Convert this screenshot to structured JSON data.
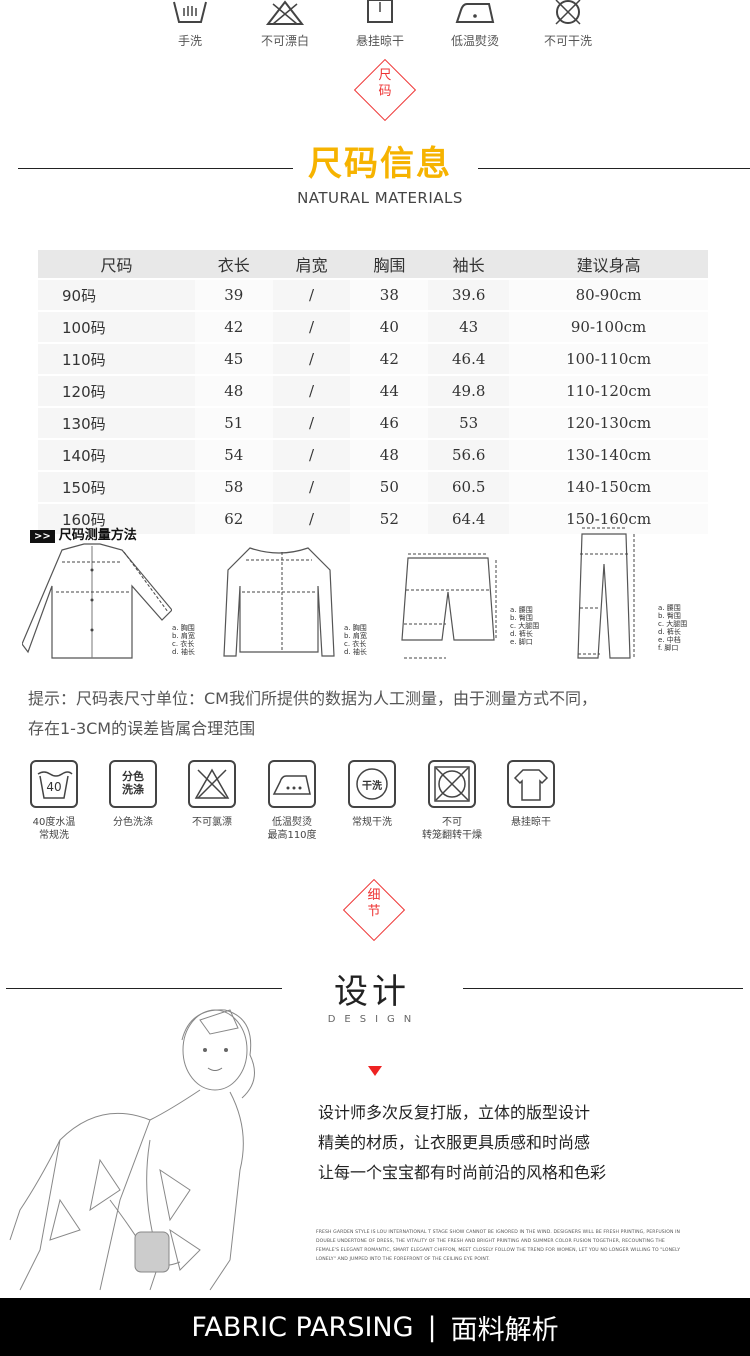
{
  "care_top": [
    {
      "icon": "hand-wash-icon",
      "label": "手洗"
    },
    {
      "icon": "no-bleach-icon",
      "label": "不可漂白"
    },
    {
      "icon": "hang-dry-icon",
      "label": "悬挂晾干"
    },
    {
      "icon": "low-iron-icon",
      "label": "低温熨烫"
    },
    {
      "icon": "no-dry-clean-icon",
      "label": "不可干洗"
    }
  ],
  "size_section": {
    "badge": "尺码",
    "title": "尺码信息",
    "subtitle": "NATURAL MATERIALS"
  },
  "size_table": {
    "headers": [
      "尺码",
      "衣长",
      "肩宽",
      "胸围",
      "袖长",
      "建议身高"
    ],
    "rows": [
      [
        "90码",
        "39",
        "/",
        "38",
        "39.6",
        "80-90cm"
      ],
      [
        "100码",
        "42",
        "/",
        "40",
        "43",
        "90-100cm"
      ],
      [
        "110码",
        "45",
        "/",
        "42",
        "46.4",
        "100-110cm"
      ],
      [
        "120码",
        "48",
        "/",
        "44",
        "49.8",
        "110-120cm"
      ],
      [
        "130码",
        "51",
        "/",
        "46",
        "53",
        "120-130cm"
      ],
      [
        "140码",
        "54",
        "/",
        "48",
        "56.6",
        "130-140cm"
      ],
      [
        "150码",
        "58",
        "/",
        "50",
        "60.5",
        "140-150cm"
      ],
      [
        "160码",
        "62",
        "/",
        "52",
        "64.4",
        "150-160cm"
      ]
    ]
  },
  "measure": {
    "tag": ">>",
    "title": "尺码测量方法",
    "legend_top": [
      "a. 胸围",
      "b. 肩宽",
      "c. 衣长",
      "d. 袖长"
    ],
    "legend_bottom": [
      "a. 腰围",
      "b. 臀围",
      "c. 大腿围",
      "d. 裤长",
      "e. 脚口"
    ],
    "legend_bottom_long": [
      "a. 腰围",
      "b. 臀围",
      "c. 大腿围",
      "d. 裤长",
      "e. 中档",
      "f. 脚口"
    ]
  },
  "tip": {
    "line1": "提示：尺码表尺寸单位：CM我们所提供的数据为人工测量，由于测量方式不同，",
    "line2": "存在1-3CM的误差皆属合理范围"
  },
  "care_bottom": [
    {
      "icon": "wash-40-icon",
      "inner": "40",
      "label1": "40度水温",
      "label2": "常规洗"
    },
    {
      "icon": "separate-wash-icon",
      "inner1": "分色",
      "inner2": "洗涤",
      "label1": "分色洗涤",
      "label2": ""
    },
    {
      "icon": "no-bleach-icon",
      "label1": "不可氯漂",
      "label2": ""
    },
    {
      "icon": "low-iron-icon",
      "label1": "低温熨烫",
      "label2": "最高110度"
    },
    {
      "icon": "dry-clean-icon",
      "inner": "干洗",
      "label1": "常规干洗",
      "label2": ""
    },
    {
      "icon": "no-tumble-dry-icon",
      "label1": "不可",
      "label2": "转笼翻转干燥"
    },
    {
      "icon": "hang-dry-icon",
      "label1": "悬挂晾干",
      "label2": ""
    }
  ],
  "detail_section": {
    "badge": "细节",
    "title": "设计",
    "subtitle": "DESIGN",
    "lines": [
      "设计师多次反复打版，立体的版型设计",
      "精美的材质，让衣服更具质感和时尚感",
      "让每一个宝宝都有时尚前沿的风格和色彩"
    ],
    "fine_print": "FRESH GARDEN STYLE IS LOU INTERNATIONAL T STAGE SHOW CANNOT BE IGNORED IN THE WIND. DESIGNERS WILL BE FRESH PRINTING, PERFUSION IN DOUBLE UNDERTONE OF DRESS, THE VITALITY OF THE FRESH AND BRIGHT PRINTING AND SUMMER COLOR FUSION TOGETHER, RECOUNTING THE FEMALE'S ELEGANT ROMANTIC, SMART ELEGANT CHIFFON, MEET CLOSELY FOLLOW THE TREND FOR WOMEN, LET YOU NO LONGER WILLING TO \"LONELY LONELY\" AND JUMPED INTO THE FOREFRONT OF THE CEILING EYE POINT."
  },
  "footer": {
    "en": "FABRIC PARSING",
    "sep": "|",
    "cn": "面料解析"
  },
  "colors": {
    "accent_gold": "#f6b300",
    "accent_red": "#e33333",
    "footer_bg": "#000000"
  }
}
